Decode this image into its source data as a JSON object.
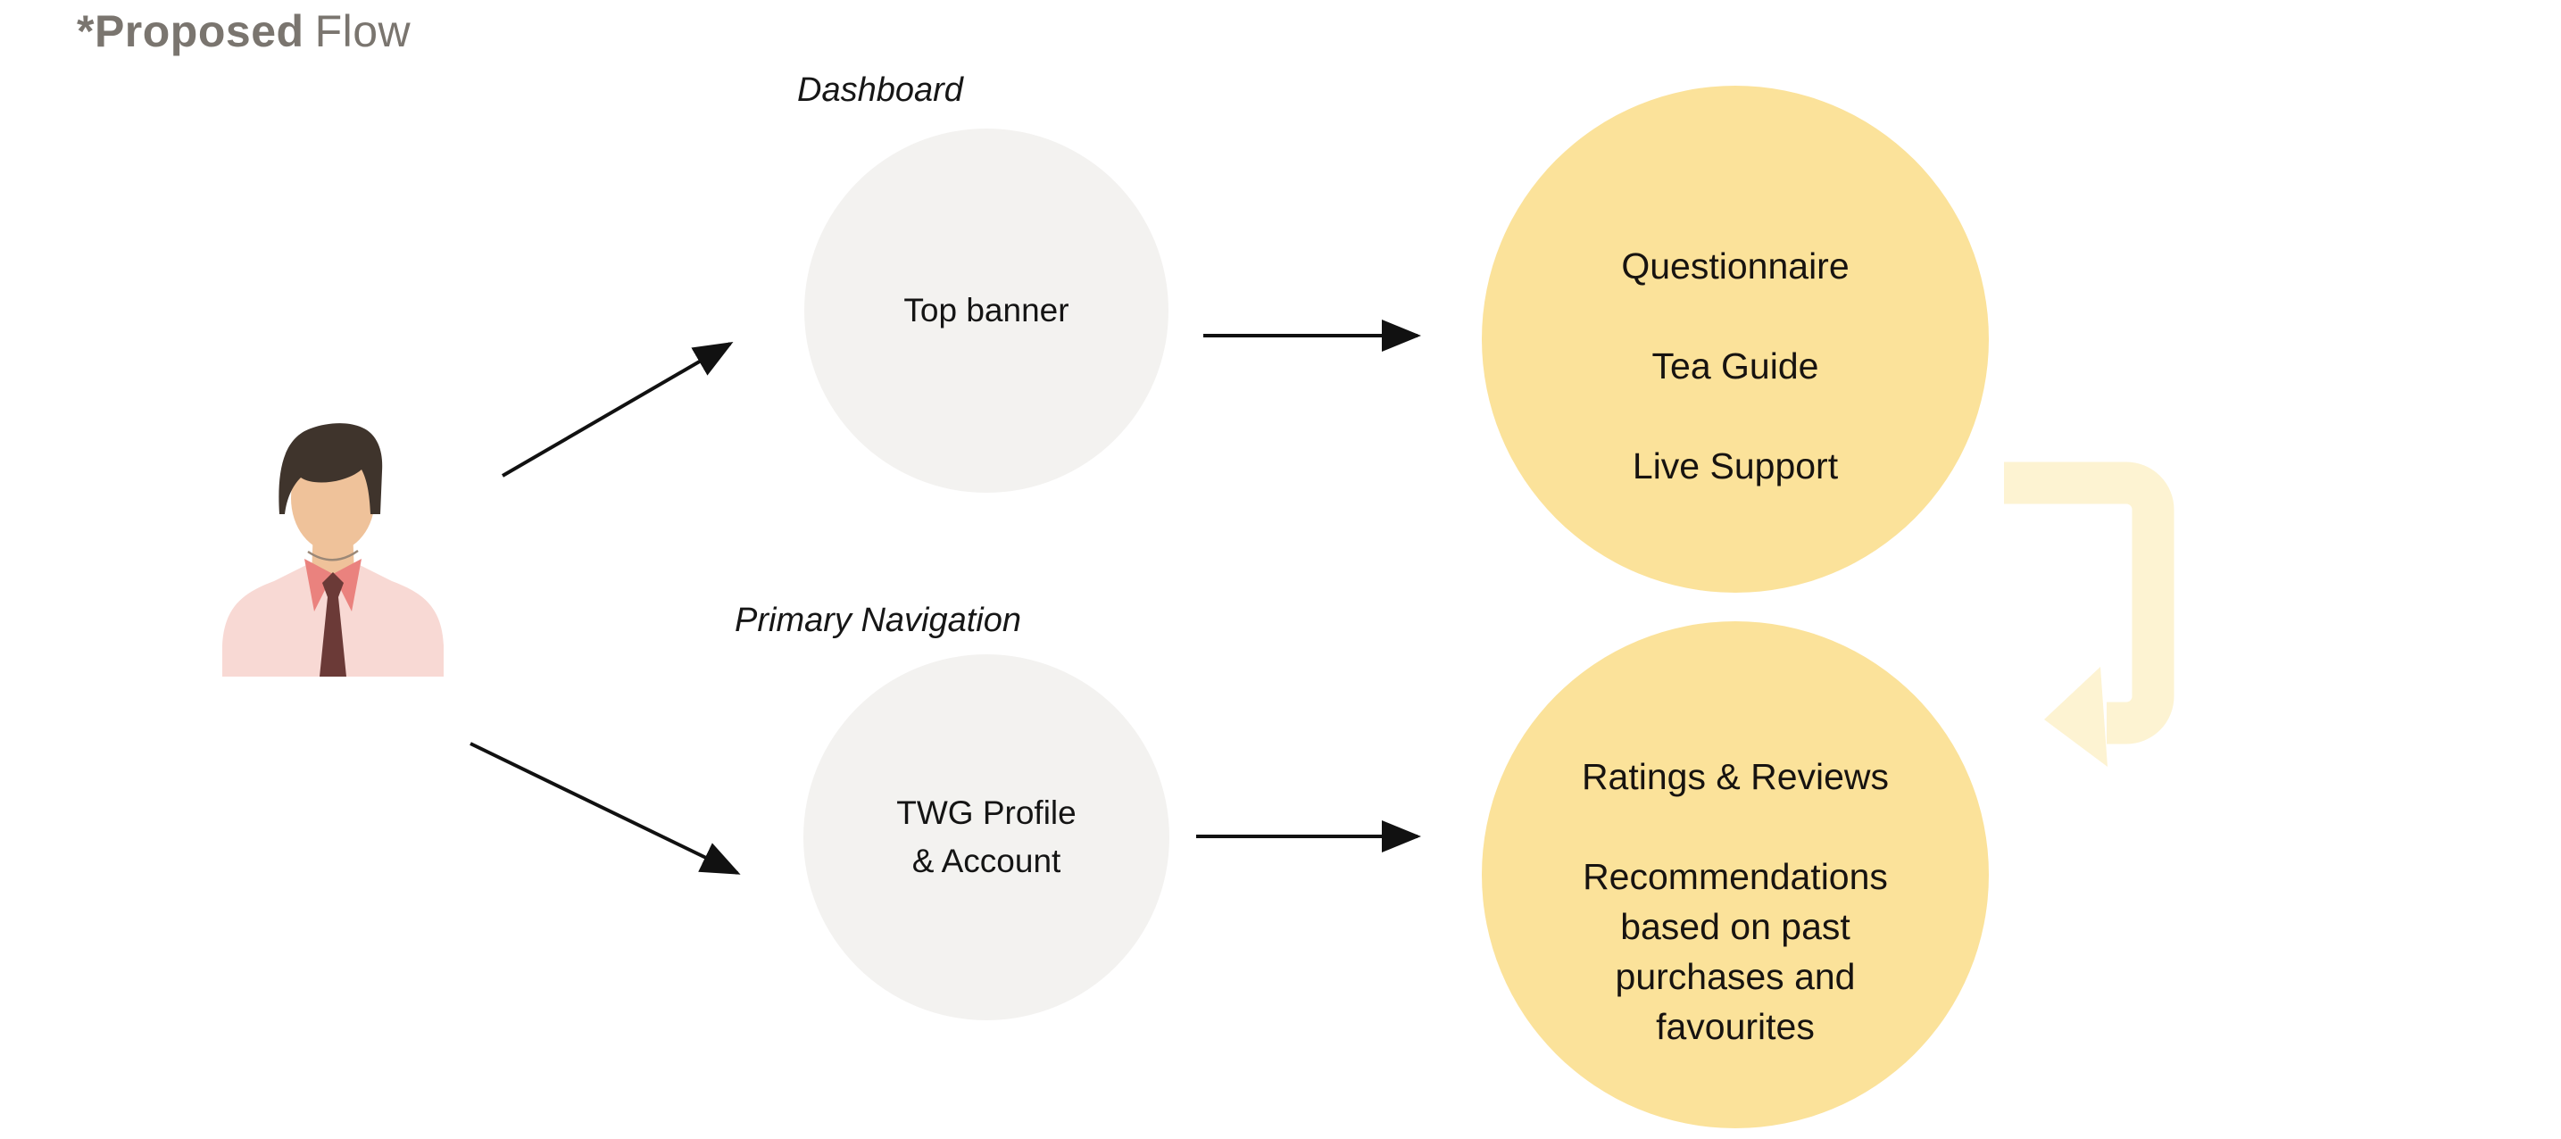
{
  "title": {
    "bold": "*Proposed",
    "regular": "Flow"
  },
  "labels": {
    "dashboard": "Dashboard",
    "primary_navigation": "Primary Navigation"
  },
  "nodes": {
    "top_banner": "Top banner",
    "twg_profile": "TWG Profile\n& Account",
    "dashboard_features": [
      "Questionnaire",
      "Tea Guide",
      "Live Support"
    ],
    "nav_features": [
      "Ratings & Reviews",
      "Recommendations based on past purchases and favourites"
    ]
  },
  "icons": {
    "actor": "user-avatar",
    "loop": "u-turn-arrow"
  },
  "colors": {
    "title_gray": "#7a756f",
    "gray_circle": "#f3f2f0",
    "yellow_circle": "#fbe29a",
    "pale_arrow": "#fdf3d2",
    "arrow_black": "#111111",
    "avatar_hair": "#3f342c",
    "avatar_skin": "#efc29a",
    "avatar_shirt": "#f8d9d4",
    "avatar_collar": "#ea827e",
    "avatar_tie": "#6b3a37"
  }
}
